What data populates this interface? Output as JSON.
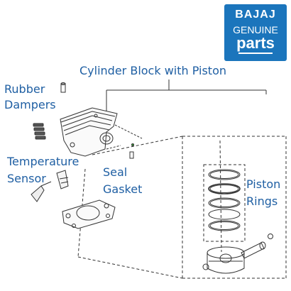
{
  "brand": {
    "line1": "BAJAJ",
    "line2": "GENUINE",
    "line3": "parts",
    "color": "#1b75bc"
  },
  "labels": {
    "cylinder_block": "Cylinder Block with Piston",
    "rubber": "Rubber",
    "dampers": "Dampers",
    "temperature": "Temperature",
    "sensor": "Sensor",
    "seal": "Seal",
    "gasket": "Gasket",
    "piston": "Piston",
    "rings": "Rings"
  },
  "colors": {
    "label_text": "#1f5fa3",
    "line_art": "#333333"
  }
}
